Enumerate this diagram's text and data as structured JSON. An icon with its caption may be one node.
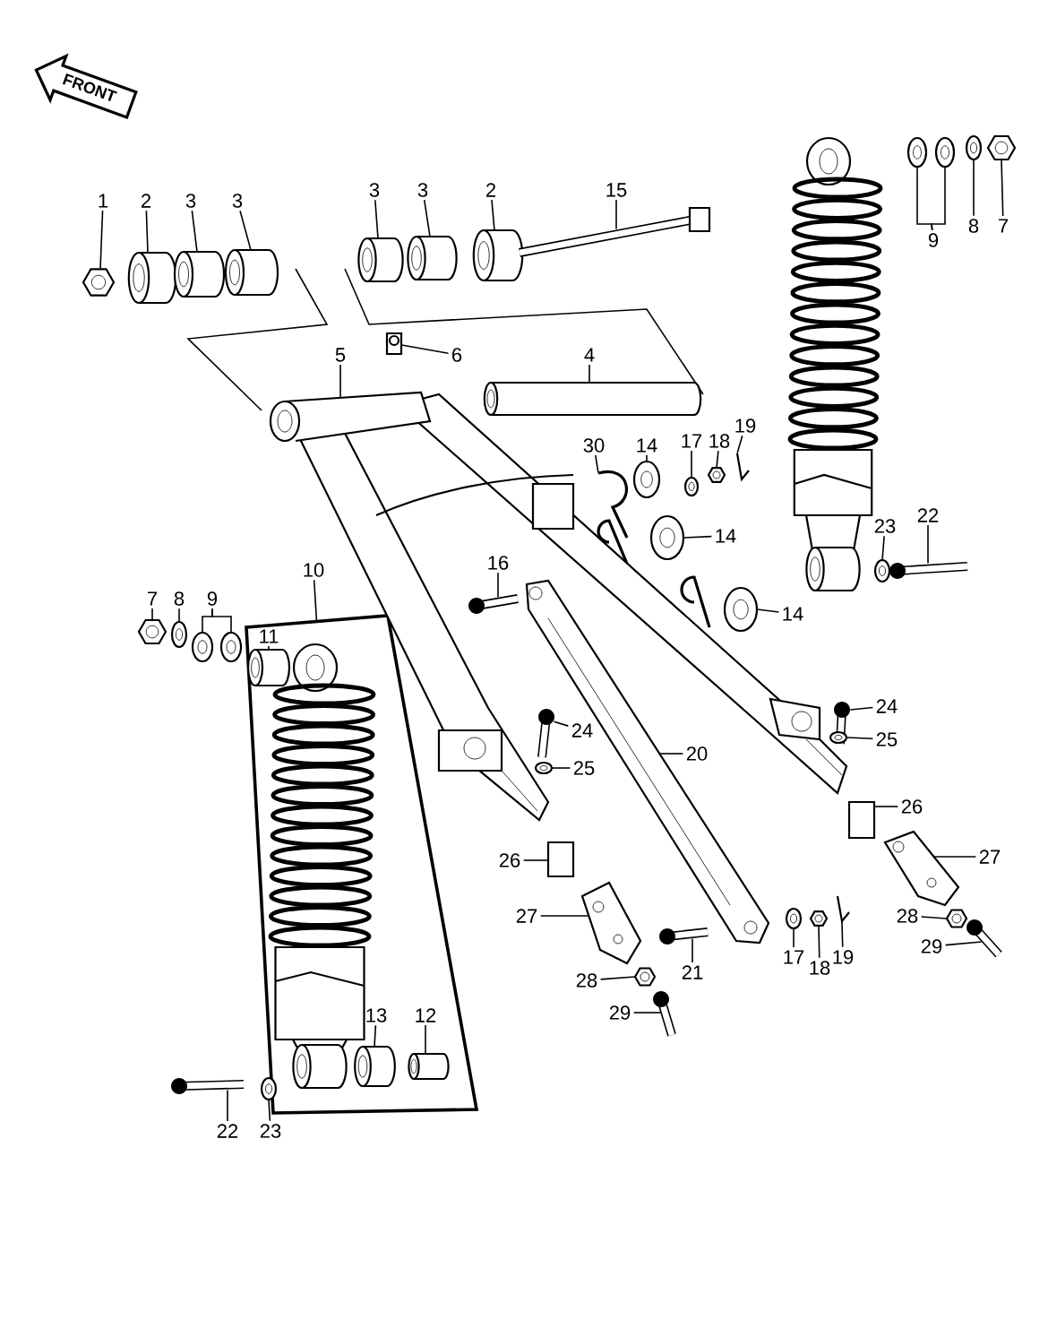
{
  "diagram": {
    "nodes": [
      {
        "text": [
          "FRONT"
        ]
      },
      {
        "text": [
          "1"
        ]
      },
      {
        "text": [
          "2"
        ]
      },
      {
        "text": [
          "3"
        ]
      },
      {
        "text": [
          "3"
        ]
      },
      {
        "text": [
          "3"
        ]
      },
      {
        "text": [
          "3"
        ]
      },
      {
        "text": [
          "2"
        ]
      },
      {
        "text": [
          "15"
        ]
      },
      {
        "text": [
          "8"
        ]
      },
      {
        "text": [
          "7"
        ]
      },
      {
        "text": [
          "9"
        ]
      },
      {
        "text": [
          "5"
        ]
      },
      {
        "text": [
          "6"
        ]
      },
      {
        "text": [
          "4"
        ]
      },
      {
        "text": [
          "19"
        ]
      },
      {
        "text": [
          "30"
        ]
      },
      {
        "text": [
          "14"
        ]
      },
      {
        "text": [
          "17"
        ]
      },
      {
        "text": [
          "18"
        ]
      },
      {
        "text": [
          "22"
        ]
      },
      {
        "text": [
          "23"
        ]
      },
      {
        "text": [
          "14"
        ]
      },
      {
        "text": [
          "16"
        ]
      },
      {
        "text": [
          "10"
        ]
      },
      {
        "text": [],
        "shape": "box"
      },
      {
        "text": [
          "7"
        ]
      },
      {
        "text": [
          "8"
        ]
      },
      {
        "text": [
          "9"
        ]
      },
      {
        "text": [
          "14"
        ]
      },
      {
        "text": [
          "11"
        ],
        "in": 25
      },
      {
        "text": [
          "24"
        ]
      },
      {
        "text": [
          "24"
        ]
      },
      {
        "text": [
          "25"
        ]
      },
      {
        "text": [
          "20"
        ]
      },
      {
        "text": [
          "25"
        ]
      },
      {
        "text": [
          "26"
        ]
      },
      {
        "text": [
          "27"
        ]
      },
      {
        "text": [
          "26"
        ]
      },
      {
        "text": [
          "28"
        ]
      },
      {
        "text": [
          "27"
        ]
      },
      {
        "text": [
          "29"
        ]
      },
      {
        "text": [
          "17"
        ]
      },
      {
        "text": [
          "19"
        ]
      },
      {
        "text": [
          "18"
        ]
      },
      {
        "text": [
          "21"
        ]
      },
      {
        "text": [
          "28"
        ]
      },
      {
        "text": [
          "13"
        ],
        "in": 25
      },
      {
        "text": [
          "12"
        ],
        "in": 25
      },
      {
        "text": [
          "29"
        ]
      },
      {
        "text": [
          "22"
        ]
      },
      {
        "text": [
          "23"
        ]
      },
      {
        "text": [],
        "shape": "cylinder",
        "in": 25
      },
      {
        "text": [],
        "shape": "cylinder",
        "in": 25
      },
      {
        "text": [],
        "shape": "hexagon"
      },
      {
        "text": [],
        "shape": "hexagon"
      },
      {
        "text": [],
        "shape": "hexagon"
      },
      {
        "text": [],
        "shape": "cylinder"
      },
      {
        "text": [],
        "shape": "cylinder"
      },
      {
        "text": [],
        "shape": "cylinder"
      },
      {
        "text": [],
        "shape": "cylinder"
      },
      {
        "text": [],
        "shape": "cylinder"
      },
      {
        "text": [],
        "shape": "cylinder"
      },
      {
        "text": [],
        "shape": "bolt"
      },
      {
        "text": [],
        "shape": "ring"
      },
      {
        "text": [],
        "shape": "hexagon"
      },
      {
        "text": [],
        "shape": "ring"
      },
      {
        "text": [],
        "shape": "ring"
      },
      {
        "text": [],
        "shape": "picture"
      },
      {
        "text": [],
        "shape": "picture"
      },
      {
        "text": [],
        "shape": "cylinder"
      },
      {
        "text": [],
        "shape": "pin"
      },
      {
        "text": [],
        "shape": "clip"
      },
      {
        "text": [],
        "shape": "ring"
      },
      {
        "text": [],
        "shape": "ring"
      },
      {
        "text": [],
        "shape": "hexagon"
      },
      {
        "text": [],
        "shape": "bolt"
      },
      {
        "text": [],
        "shape": "ring"
      },
      {
        "text": [],
        "shape": "ring"
      },
      {
        "text": [],
        "shape": "bolt"
      },
      {
        "text": [],
        "shape": "hexagon"
      },
      {
        "text": [],
        "shape": "ring"
      },
      {
        "text": [],
        "shape": "ring"
      },
      {
        "text": [],
        "shape": "ring"
      },
      {
        "text": [],
        "shape": "ring"
      },
      {
        "text": [],
        "shape": "bolt"
      },
      {
        "text": [],
        "shape": "bolt"
      },
      {
        "text": [],
        "shape": "ring"
      },
      {
        "text": [],
        "shape": "picture"
      },
      {
        "text": [],
        "shape": "ring"
      },
      {
        "text": [],
        "shape": "box"
      },
      {
        "text": [],
        "shape": "picture"
      },
      {
        "text": [],
        "shape": "box"
      },
      {
        "text": [],
        "shape": "hexagon"
      },
      {
        "text": [],
        "shape": "picture"
      },
      {
        "text": [],
        "shape": "bolt"
      },
      {
        "text": [],
        "shape": "ring"
      },
      {
        "text": [],
        "shape": "pin"
      },
      {
        "text": [],
        "shape": "bolt"
      },
      {
        "text": [],
        "shape": "cylinder",
        "in": 25
      },
      {
        "text": [],
        "shape": "bolt"
      },
      {
        "text": [],
        "shape": "bolt"
      },
      {
        "text": [],
        "shape": "ring"
      }
    ],
    "edges": [
      {
        "from": 1,
        "to": 56,
        "arrow": "none"
      },
      {
        "from": 2,
        "to": 57,
        "arrow": "none"
      },
      {
        "from": 3,
        "to": 58,
        "arrow": "none"
      },
      {
        "from": 4,
        "to": 59,
        "arrow": "none"
      },
      {
        "from": 5,
        "to": 60,
        "arrow": "none"
      },
      {
        "from": 6,
        "to": 61,
        "arrow": "none"
      },
      {
        "from": 7,
        "to": 62,
        "arrow": "none"
      },
      {
        "from": 8,
        "to": 63,
        "arrow": "none"
      },
      {
        "from": 9,
        "to": 64,
        "arrow": "none"
      },
      {
        "from": 10,
        "to": 65,
        "arrow": "none"
      },
      {
        "from": 11,
        "to": 66,
        "arrow": "none"
      },
      {
        "from": 11,
        "to": 67,
        "arrow": "none"
      },
      {
        "from": 12,
        "to": 68,
        "arrow": "none"
      },
      {
        "from": 13,
        "to": 69,
        "arrow": "none"
      },
      {
        "from": 14,
        "to": 70,
        "arrow": "none"
      },
      {
        "from": 15,
        "to": 71,
        "arrow": "none"
      },
      {
        "from": 16,
        "to": 72,
        "arrow": "none"
      },
      {
        "from": 17,
        "to": 73,
        "arrow": "none"
      },
      {
        "from": 18,
        "to": 74,
        "arrow": "none"
      },
      {
        "from": 19,
        "to": 75,
        "arrow": "none"
      },
      {
        "from": 20,
        "to": 76,
        "arrow": "none"
      },
      {
        "from": 21,
        "to": 77,
        "arrow": "none"
      },
      {
        "from": 22,
        "to": 78,
        "arrow": "none"
      },
      {
        "from": 23,
        "to": 79,
        "arrow": "none"
      },
      {
        "from": 24,
        "to": 25,
        "arrow": "none"
      },
      {
        "from": 26,
        "to": 80,
        "arrow": "none"
      },
      {
        "from": 27,
        "to": 81,
        "arrow": "none"
      },
      {
        "from": 28,
        "to": 82,
        "arrow": "none"
      },
      {
        "from": 28,
        "to": 83,
        "arrow": "none"
      },
      {
        "from": 29,
        "to": 84,
        "arrow": "none"
      },
      {
        "from": 30,
        "to": 52,
        "arrow": "none"
      },
      {
        "from": 31,
        "to": 85,
        "arrow": "none"
      },
      {
        "from": 32,
        "to": 86,
        "arrow": "none"
      },
      {
        "from": 33,
        "to": 87,
        "arrow": "none"
      },
      {
        "from": 34,
        "to": 88,
        "arrow": "none"
      },
      {
        "from": 35,
        "to": 89,
        "arrow": "none"
      },
      {
        "from": 36,
        "to": 90,
        "arrow": "none"
      },
      {
        "from": 37,
        "to": 91,
        "arrow": "none"
      },
      {
        "from": 38,
        "to": 92,
        "arrow": "none"
      },
      {
        "from": 39,
        "to": 93,
        "arrow": "none"
      },
      {
        "from": 40,
        "to": 94,
        "arrow": "none"
      },
      {
        "from": 41,
        "to": 95,
        "arrow": "none"
      },
      {
        "from": 42,
        "to": 96,
        "arrow": "none"
      },
      {
        "from": 43,
        "to": 97,
        "arrow": "none"
      },
      {
        "from": 44,
        "to": 54,
        "arrow": "none"
      },
      {
        "from": 45,
        "to": 98,
        "arrow": "none"
      },
      {
        "from": 46,
        "to": 55,
        "arrow": "none"
      },
      {
        "from": 47,
        "to": 53,
        "arrow": "none"
      },
      {
        "from": 48,
        "to": 99,
        "arrow": "none"
      },
      {
        "from": 49,
        "to": 100,
        "arrow": "none"
      },
      {
        "from": 50,
        "to": 101,
        "arrow": "none"
      },
      {
        "from": 51,
        "to": 102,
        "arrow": "none"
      }
    ]
  }
}
